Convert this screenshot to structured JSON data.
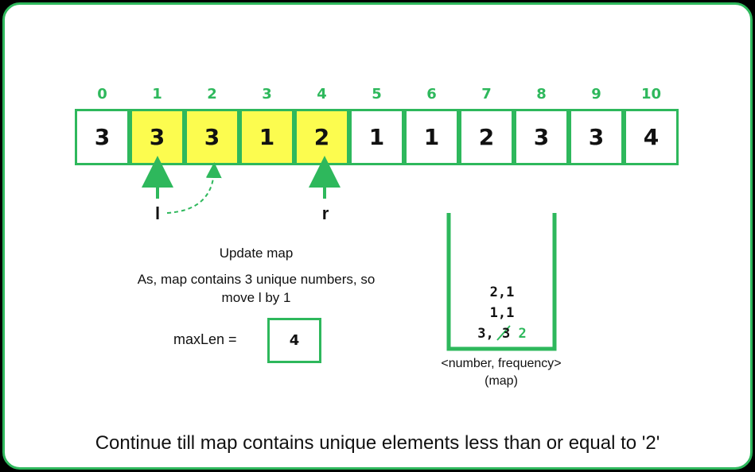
{
  "array": {
    "indices": [
      "0",
      "1",
      "2",
      "3",
      "4",
      "5",
      "6",
      "7",
      "8",
      "9",
      "10"
    ],
    "values": [
      "3",
      "3",
      "3",
      "1",
      "2",
      "1",
      "1",
      "2",
      "3",
      "3",
      "4"
    ],
    "highlighted": [
      false,
      true,
      true,
      true,
      true,
      false,
      false,
      false,
      false,
      false,
      false
    ]
  },
  "pointers": {
    "left": "l",
    "right": "r"
  },
  "notes": {
    "title": "Update map",
    "line1": "As, map contains 3 unique numbers, so",
    "line2": "move l by 1"
  },
  "max_len": {
    "label": "maxLen =",
    "value": "4"
  },
  "map": {
    "entries": [
      "2,1",
      "1,1"
    ],
    "last_key": "3,",
    "last_old": "3",
    "last_new": "2",
    "caption1": "<number, frequency>",
    "caption2": "(map)"
  },
  "footer": "Continue till map contains unique elements less than or equal to '2'",
  "colors": {
    "accent": "#2eb85c",
    "highlight": "#fcfc4f"
  }
}
